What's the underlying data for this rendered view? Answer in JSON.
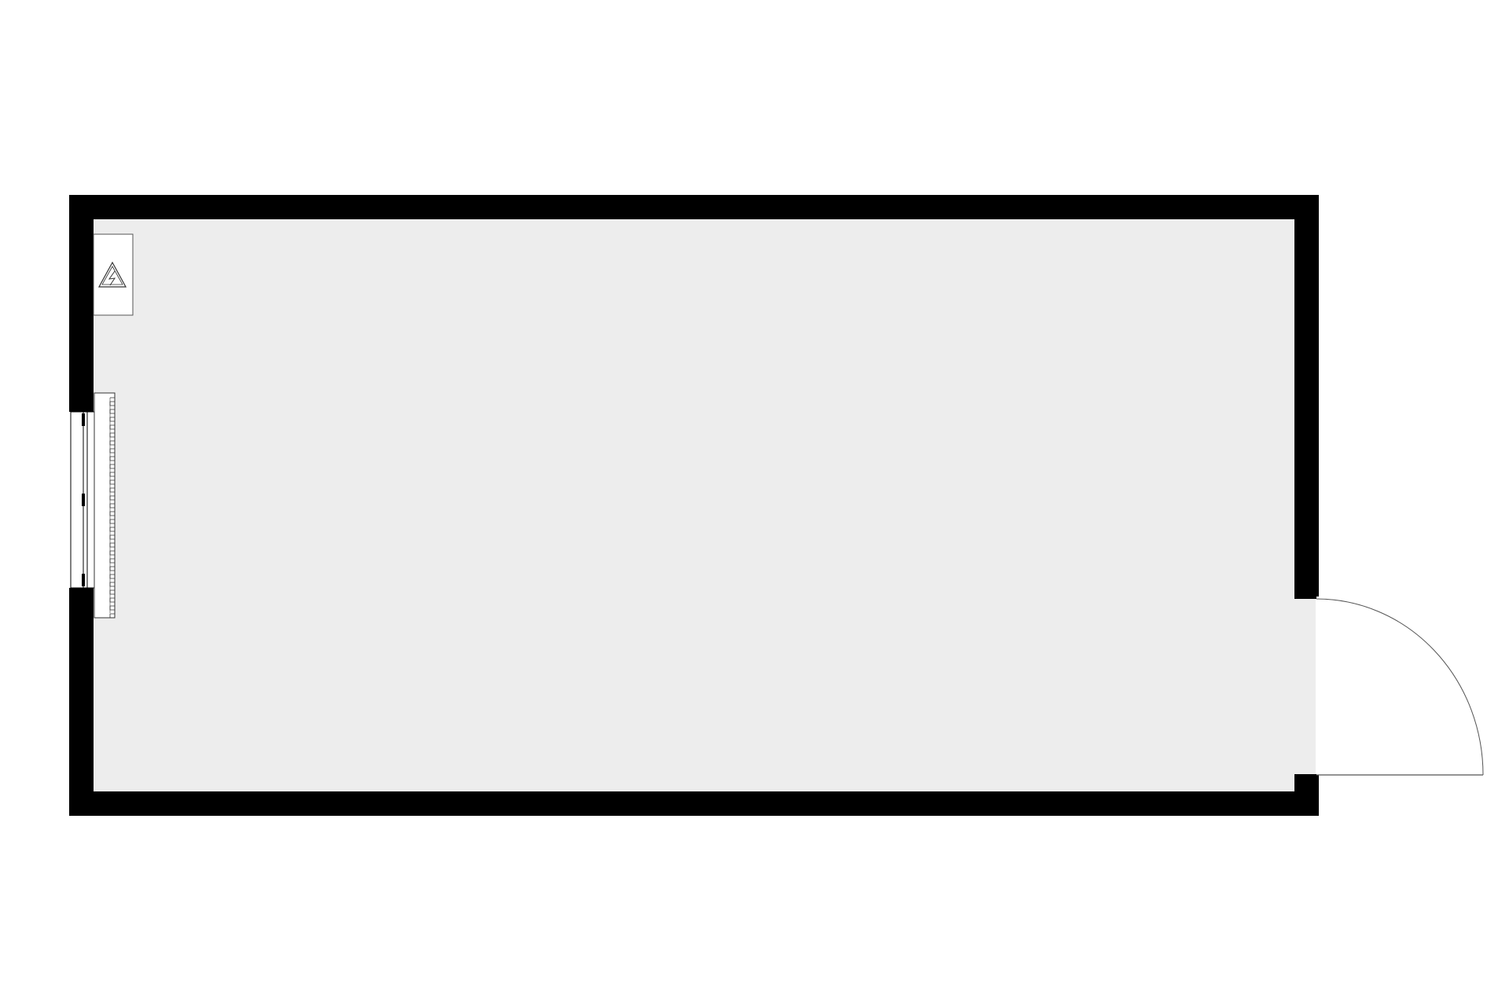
{
  "floor_plan": {
    "colors": {
      "background": "#ffffff",
      "floor": "#ededed",
      "wall": "#000000",
      "line": "#333333",
      "fixture_fill": "#ffffff"
    },
    "elements": {
      "room": "room",
      "walls": "walls",
      "window": "window",
      "radiator": "radiator",
      "door": "door",
      "electrical_panel": "electrical-panel"
    },
    "icons": {
      "electrical_panel": "lightning-warning-icon"
    }
  }
}
